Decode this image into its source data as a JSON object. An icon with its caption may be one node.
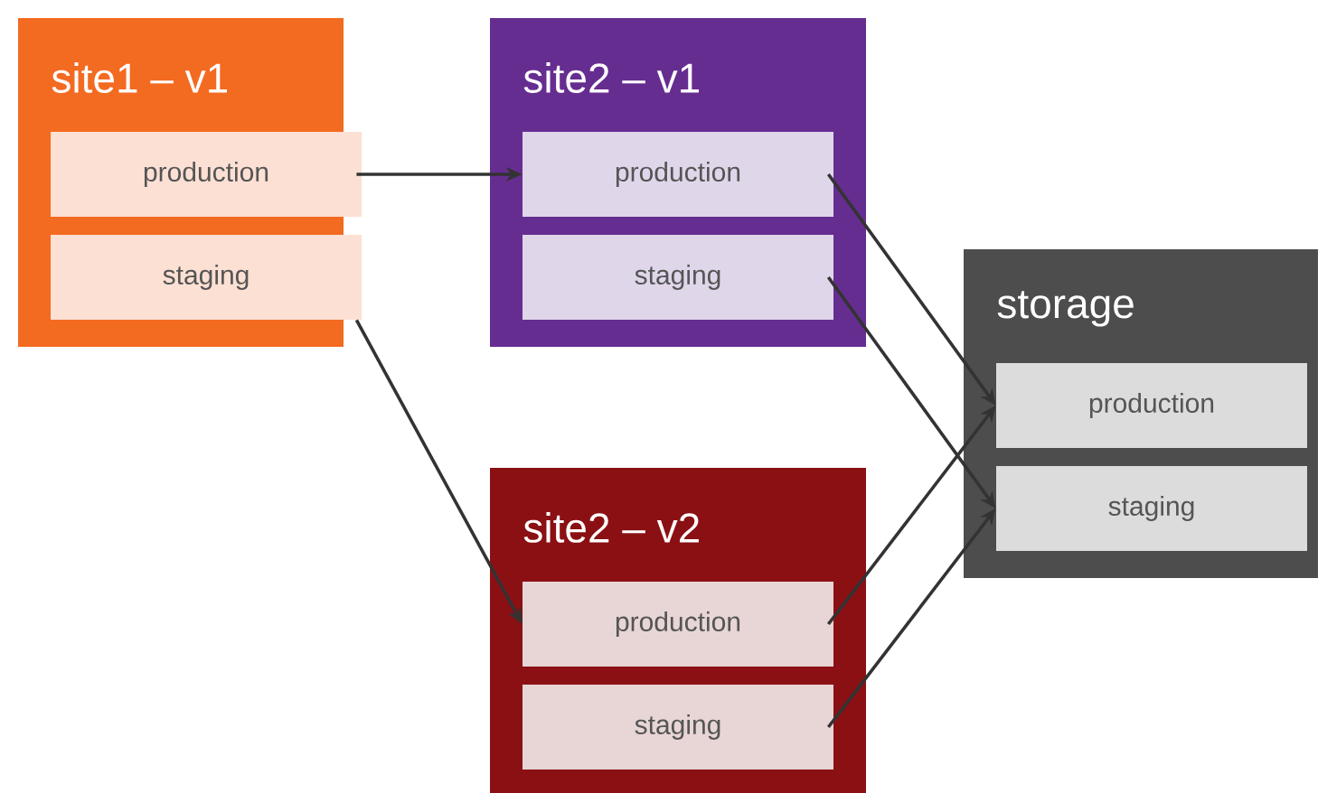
{
  "diagram": {
    "nodes": [
      {
        "text": [
          "site1 – v1"
        ]
      },
      {
        "text": [
          "production"
        ],
        "in": 0
      },
      {
        "text": [
          "staging"
        ],
        "in": 0
      },
      {
        "text": [
          "site2 – v1"
        ]
      },
      {
        "text": [
          "production"
        ],
        "in": 3
      },
      {
        "text": [
          "staging"
        ],
        "in": 3
      },
      {
        "text": [
          "site2 – v2"
        ]
      },
      {
        "text": [
          "production"
        ],
        "in": 6
      },
      {
        "text": [
          "staging"
        ],
        "in": 6
      },
      {
        "text": [
          "storage"
        ]
      },
      {
        "text": [
          "production"
        ],
        "in": 9
      },
      {
        "text": [
          "staging"
        ],
        "in": 9
      }
    ],
    "edges": [
      {
        "from": 1,
        "to": 4,
        "arrow": "to"
      },
      {
        "from": 2,
        "to": 7,
        "arrow": "to"
      },
      {
        "from": 4,
        "to": 10,
        "arrow": "to"
      },
      {
        "from": 5,
        "to": 11,
        "arrow": "to"
      },
      {
        "from": 7,
        "to": 10,
        "arrow": "to"
      },
      {
        "from": 8,
        "to": 11,
        "arrow": "to"
      }
    ]
  }
}
